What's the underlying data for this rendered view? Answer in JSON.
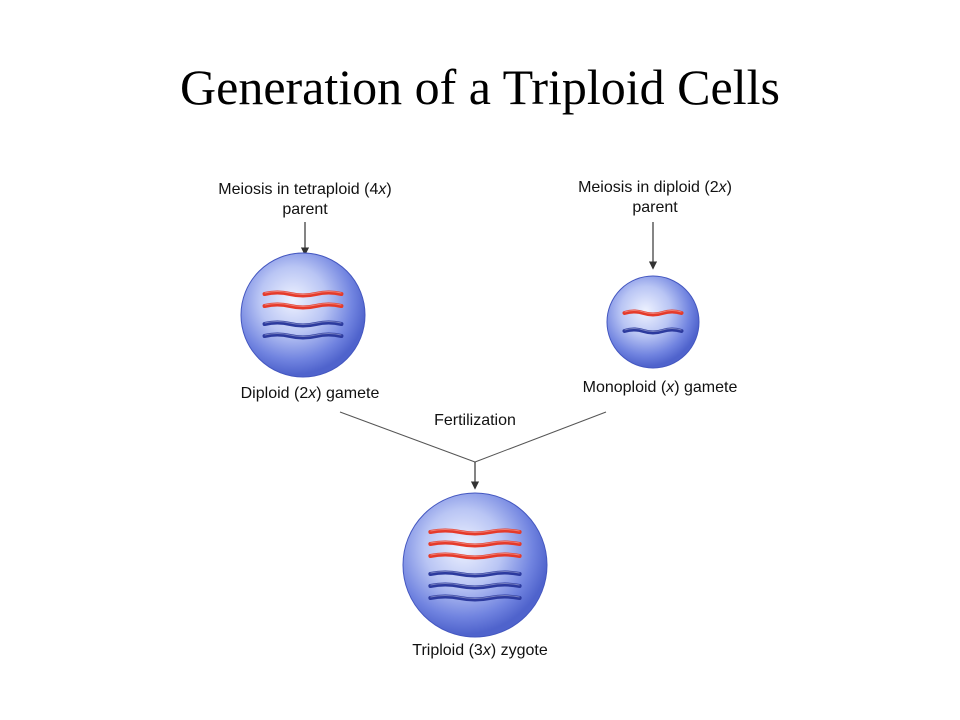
{
  "title": "Generation of a Triploid Cells",
  "left_parent": {
    "line1_prefix": "Meiosis in tetraploid (4",
    "line1_var": "x",
    "line1_suffix": ")",
    "line2": "parent"
  },
  "right_parent": {
    "line1_prefix": "Meiosis in diploid (2",
    "line1_var": "x",
    "line1_suffix": ")",
    "line2": "parent"
  },
  "left_gamete": {
    "prefix": "Diploid (2",
    "var": "x",
    "suffix": ") gamete"
  },
  "right_gamete": {
    "prefix": "Monoploid (",
    "var": "x",
    "suffix": ") gamete"
  },
  "fertilization": "Fertilization",
  "zygote": {
    "prefix": "Triploid (3",
    "var": "x",
    "suffix": ") zygote"
  },
  "colors": {
    "chromosome_red": "#e53a2a",
    "chromosome_blue": "#2c3a9e",
    "cell_outer": "#5b6fd6",
    "cell_inner": "#dfe6ff"
  },
  "cells": {
    "left_gamete": {
      "red_chromosomes": 2,
      "blue_chromosomes": 2
    },
    "right_gamete": {
      "red_chromosomes": 1,
      "blue_chromosomes": 1
    },
    "zygote": {
      "red_chromosomes": 3,
      "blue_chromosomes": 3
    }
  }
}
